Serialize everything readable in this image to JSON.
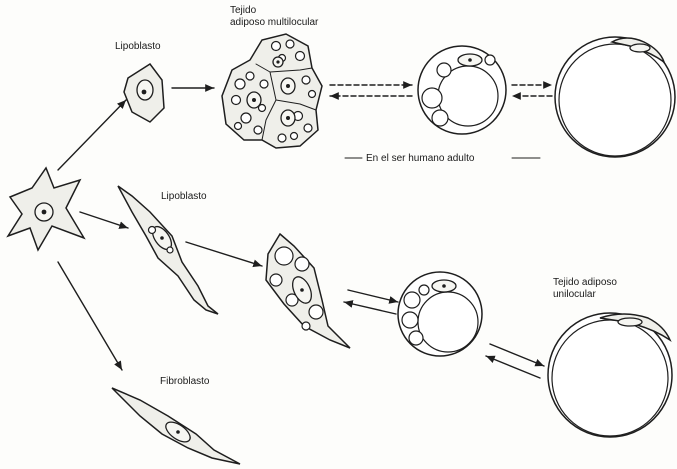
{
  "labels": {
    "lipoblasto_top": "Lipoblasto",
    "tejido_multi_line1": "Tejido",
    "tejido_multi_line2": "adiposo multilocular",
    "adult_note": "En el ser humano adulto",
    "lipoblasto_mid": "Lipoblasto",
    "tejido_uni_line1": "Tejido adiposo",
    "tejido_uni_line2": "unilocular",
    "fibroblasto": "Fibroblasto"
  }
}
